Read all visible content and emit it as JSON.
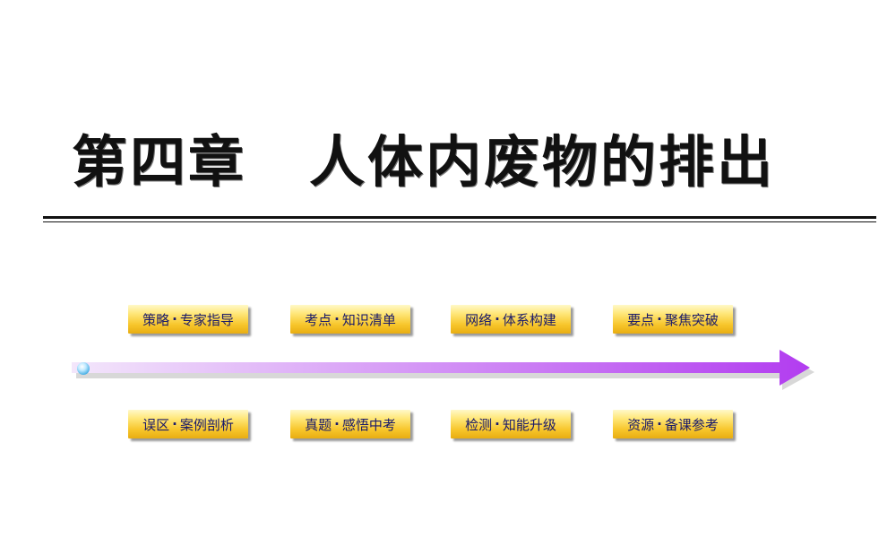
{
  "title": {
    "chapter": "第四章",
    "name": "人体内废物的排出"
  },
  "nav": {
    "separator": "·",
    "top": [
      {
        "left": "策略",
        "right": "专家指导"
      },
      {
        "left": "考点",
        "right": "知识清单"
      },
      {
        "left": "网络",
        "right": "体系构建"
      },
      {
        "left": "要点",
        "right": "聚焦突破"
      }
    ],
    "bottom": [
      {
        "left": "误区",
        "right": "案例剖析"
      },
      {
        "left": "真题",
        "right": "感悟中考"
      },
      {
        "left": "检测",
        "right": "知能升级"
      },
      {
        "left": "资源",
        "right": "备课参考"
      }
    ]
  },
  "colors": {
    "arrow_start": "#f3e6fb",
    "arrow_end": "#b23cf0",
    "button_top": "#fff9c8",
    "button_bottom": "#e8ad12",
    "button_text": "#1a1a6a"
  },
  "icons": {
    "timeline": "arrow-right-icon",
    "start_marker": "blue-dot-icon"
  }
}
